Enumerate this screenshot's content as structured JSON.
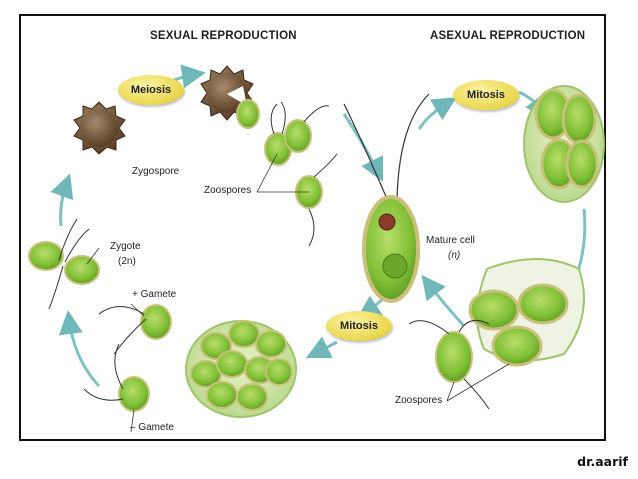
{
  "headings": {
    "sexual": "SEXUAL REPRODUCTION",
    "asexual": "ASEXUAL REPRODUCTION"
  },
  "badges": {
    "meiosis": "Meiosis",
    "mitosis_top": "Mitosis",
    "mitosis_bottom": "Mitosis"
  },
  "labels": {
    "zygospore": "Zygospore",
    "zoospores_top": "Zoospores",
    "zygote": "Zygote",
    "zygote_ploidy": "(2n)",
    "plus_gamete": "+ Gamete",
    "minus_gamete": "– Gamete",
    "mature_cell": "Mature cell",
    "mature_cell_ploidy": "(n)",
    "zoospores_bottom": "Zoospores"
  },
  "credit": "dr.aarif",
  "colors": {
    "cell_green": "#8cc63f",
    "cell_edge": "#c9c17a",
    "arrow": "#6fb7b9",
    "badge": "#efe06a",
    "spore": "#7a5a3a"
  }
}
